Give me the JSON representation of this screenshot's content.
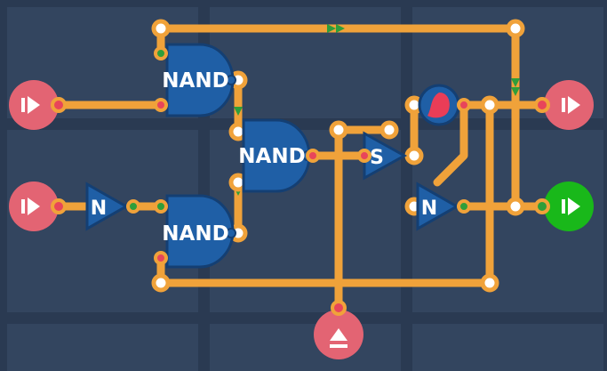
{
  "colors": {
    "background": "#2a3a52",
    "grid_tile": "#33455f",
    "wire": "#f0a23a",
    "wire_dark": "#c98625",
    "gate_fill": "#1f5fa6",
    "gate_stroke": "#143f73",
    "pin_red": "#e8455a",
    "pin_green": "#2f9e3a",
    "io_pink": "#e36473",
    "io_green": "#19b81a",
    "led_red": "#ea3d57"
  },
  "gates": {
    "nand_top": "NAND",
    "nand_middle": "NAND",
    "nand_bottom": "NAND",
    "not_left": "N",
    "not_right": "N",
    "switch": "S"
  },
  "io": {
    "input_top_left": "play-icon",
    "input_bottom_left": "play-icon",
    "output_top_right": "play-icon",
    "output_green_right": "play-icon",
    "input_bottom": "eject-icon"
  }
}
